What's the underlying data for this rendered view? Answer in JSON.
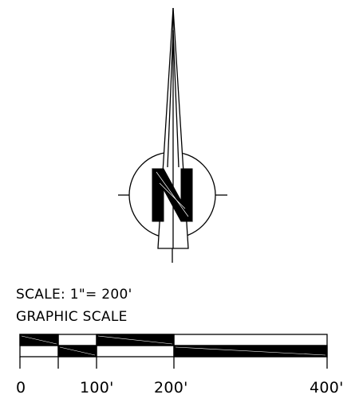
{
  "north_arrow": {
    "letter": "N"
  },
  "scale": {
    "ratio_label": "SCALE: 1\"= 200'",
    "graphic_label": "GRAPHIC SCALE",
    "tick_labels": [
      "0",
      "100'",
      "200'",
      "400'"
    ]
  },
  "colors": {
    "ink": "#000000",
    "background": "#ffffff"
  }
}
